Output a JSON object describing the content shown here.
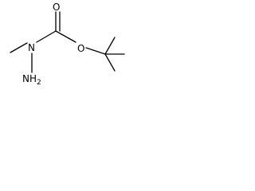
{
  "molecule": {
    "atoms": {
      "carbonyl_oxygen": "O",
      "ester_oxygen": "O",
      "hydrazine_nitrogen": "N",
      "amino_group": "NH",
      "amino_subscript": "2"
    }
  }
}
